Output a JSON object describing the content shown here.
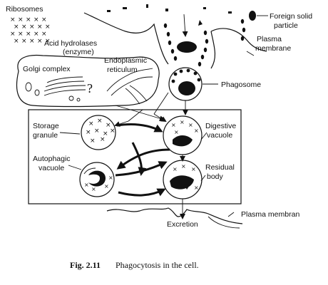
{
  "labels": {
    "ribosomes": "Ribosomes",
    "acid_hydrolases": "Acid hydrolases",
    "enzyme": "(enzyme)",
    "golgi_complex": "Golgi complex",
    "endoplasmic": "Endoplasmic",
    "reticulum": "reticulum",
    "foreign_solid": "Foreign solid",
    "particle": "particle",
    "plasma_top_1": "Plasma",
    "plasma_top_2": "membrane",
    "phagosome": "Phagosome",
    "storage_1": "Storage",
    "storage_2": "granule",
    "digestive_1": "Digestive",
    "digestive_2": "vacuole",
    "autophagic_1": "Autophagic",
    "autophagic_2": "vacuole",
    "residual_1": "Residual",
    "residual_2": "body",
    "plasma_bottom": "Plasma membran",
    "excretion": "Excretion"
  },
  "caption": {
    "number": "Fig. 2.11",
    "text": "Phagocytosis in the cell."
  }
}
